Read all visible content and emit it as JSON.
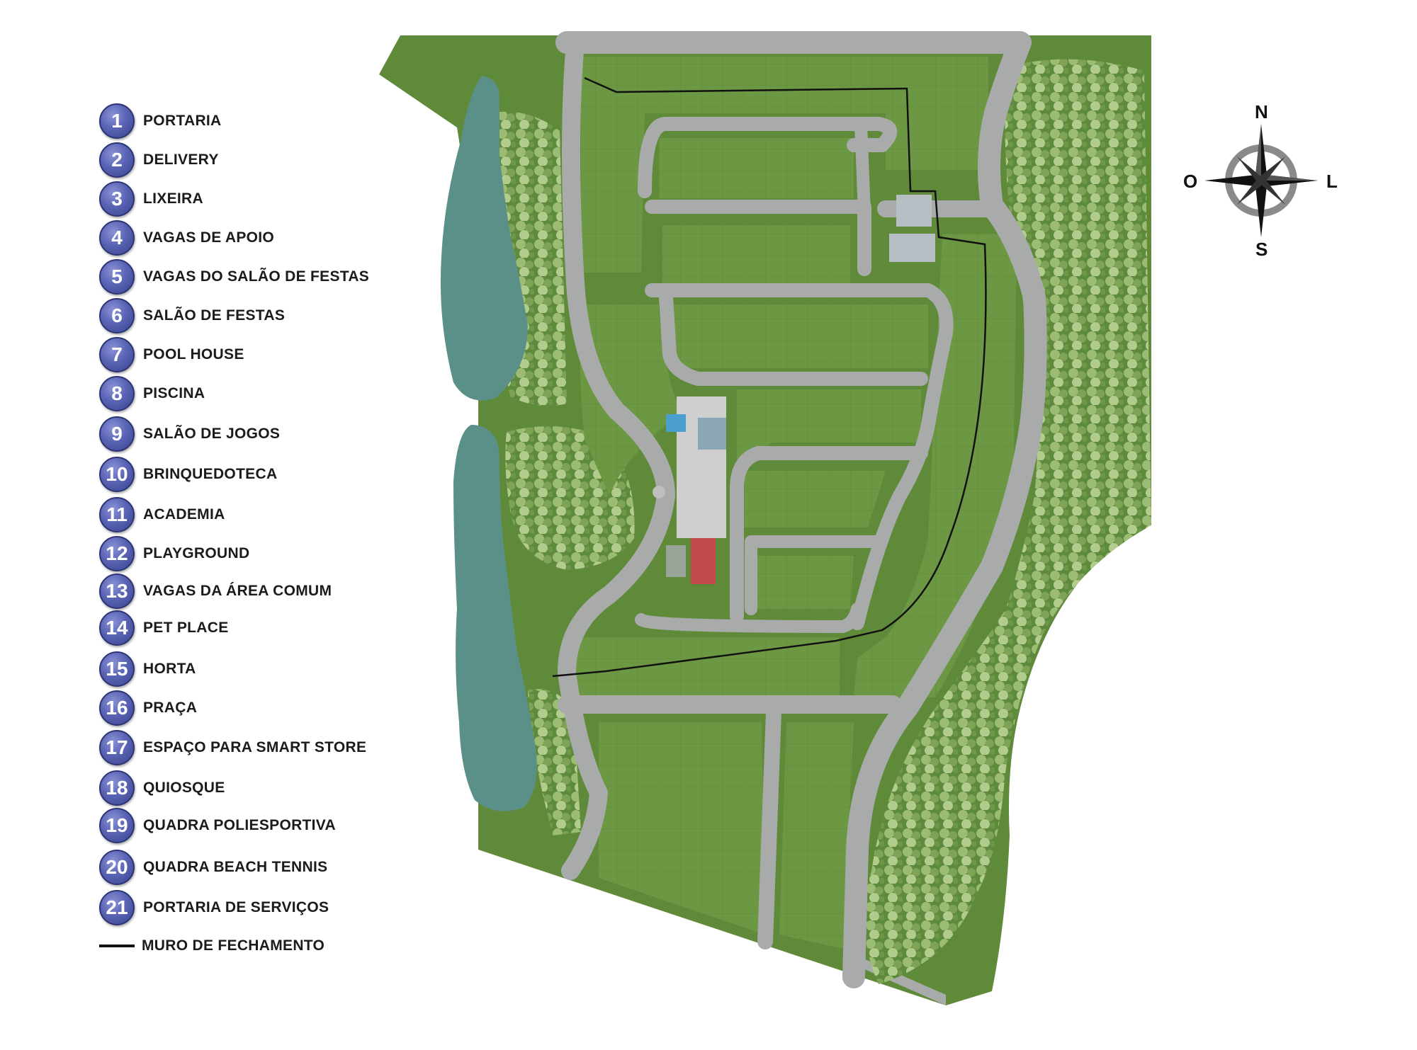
{
  "legend": {
    "items": [
      {
        "number": "1",
        "label": "PORTARIA"
      },
      {
        "number": "2",
        "label": "DELIVERY"
      },
      {
        "number": "3",
        "label": "LIXEIRA"
      },
      {
        "number": "4",
        "label": "VAGAS DE APOIO"
      },
      {
        "number": "5",
        "label": "VAGAS DO SALÃO DE FESTAS"
      },
      {
        "number": "6",
        "label": "SALÃO DE FESTAS"
      },
      {
        "number": "7",
        "label": "POOL HOUSE"
      },
      {
        "number": "8",
        "label": "PISCINA"
      },
      {
        "number": "9",
        "label": "SALÃO DE JOGOS"
      },
      {
        "number": "10",
        "label": "BRINQUEDOTECA"
      },
      {
        "number": "11",
        "label": "ACADEMIA"
      },
      {
        "number": "12",
        "label": "PLAYGROUND"
      },
      {
        "number": "13",
        "label": "VAGAS DA ÁREA COMUM"
      },
      {
        "number": "14",
        "label": "PET PLACE"
      },
      {
        "number": "15",
        "label": "HORTA"
      },
      {
        "number": "16",
        "label": "PRAÇA"
      },
      {
        "number": "17",
        "label": "ESPAÇO PARA SMART STORE"
      },
      {
        "number": "18",
        "label": "QUIOSQUE"
      },
      {
        "number": "19",
        "label": "QUADRA POLIESPORTIVA"
      },
      {
        "number": "20",
        "label": "QUADRA BEACH TENNIS"
      },
      {
        "number": "21",
        "label": "PORTARIA DE SERVIÇOS"
      }
    ],
    "wall_label": "MURO DE FECHAMENTO"
  },
  "compass": {
    "north": "N",
    "south": "S",
    "east": "L",
    "west": "O"
  },
  "colors": {
    "badge": "#5a64b4",
    "grass": "#5f8a3a",
    "lot_grass": "#6e9a45",
    "road": "#a9abab",
    "lake": "#5b9088",
    "trees": "#7fa55a",
    "wall": "#111111"
  }
}
